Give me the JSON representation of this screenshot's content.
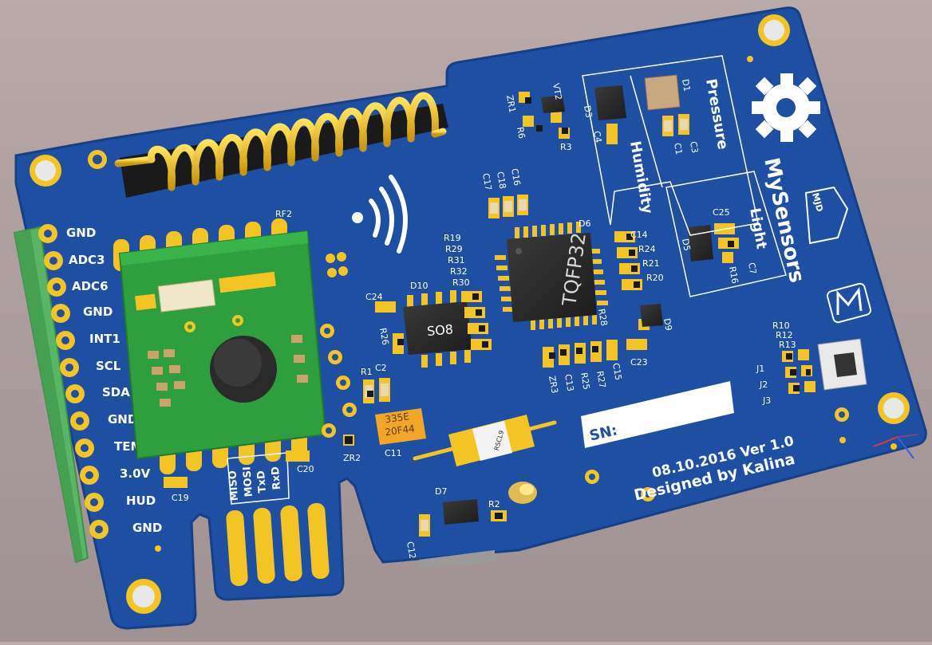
{
  "board": {
    "colors": {
      "pcb": "#1e4fa3",
      "pcb_edge": "#173f86",
      "gold": "#f2c524",
      "silk": "#ffffff",
      "chip": "#2b2b2b",
      "module_green": "#2f9e3e",
      "terminal_green": "#58b765"
    },
    "pin_labels": [
      "GND",
      "ADC3",
      "ADC6",
      "GND",
      "INT1",
      "SCL",
      "SDA",
      "GND",
      "TEM",
      "3.0V",
      "HUD",
      "GND"
    ],
    "edge_labels": [
      "MISO",
      "MOSI",
      "TxD",
      "RxD"
    ],
    "section_labels": {
      "pressure": "Pressure",
      "humidity": "Humidity",
      "light": "Light"
    },
    "brand": "MySensors",
    "logo_text": "MJD",
    "chips": {
      "mcu": "TQFP32",
      "so8": "SO8",
      "tantalum_line1": "335E",
      "tantalum_line2": "20F44",
      "fuse": "RSCL9"
    },
    "sn_label": "SN:",
    "version": "08.10.2016 Ver 1.0",
    "designer": "Designed by Kalina",
    "ref_designators": [
      "RF2",
      "VT2",
      "ZR1",
      "R6",
      "R3",
      "D3",
      "C4",
      "D1",
      "C1",
      "C3",
      "C17",
      "C18",
      "C16",
      "R19",
      "R29",
      "R31",
      "R32",
      "R30",
      "D10",
      "C24",
      "R26",
      "D6",
      "C14",
      "R24",
      "R21",
      "R20",
      "C25",
      "D5",
      "R16",
      "C7",
      "R28",
      "D9",
      "C13",
      "R25",
      "R27",
      "C15",
      "ZR3",
      "C23",
      "R1",
      "C2",
      "C11",
      "ZR2",
      "C20",
      "C19",
      "R10",
      "R12",
      "R13",
      "J1",
      "J2",
      "J3",
      "D7",
      "R2",
      "C12"
    ]
  }
}
